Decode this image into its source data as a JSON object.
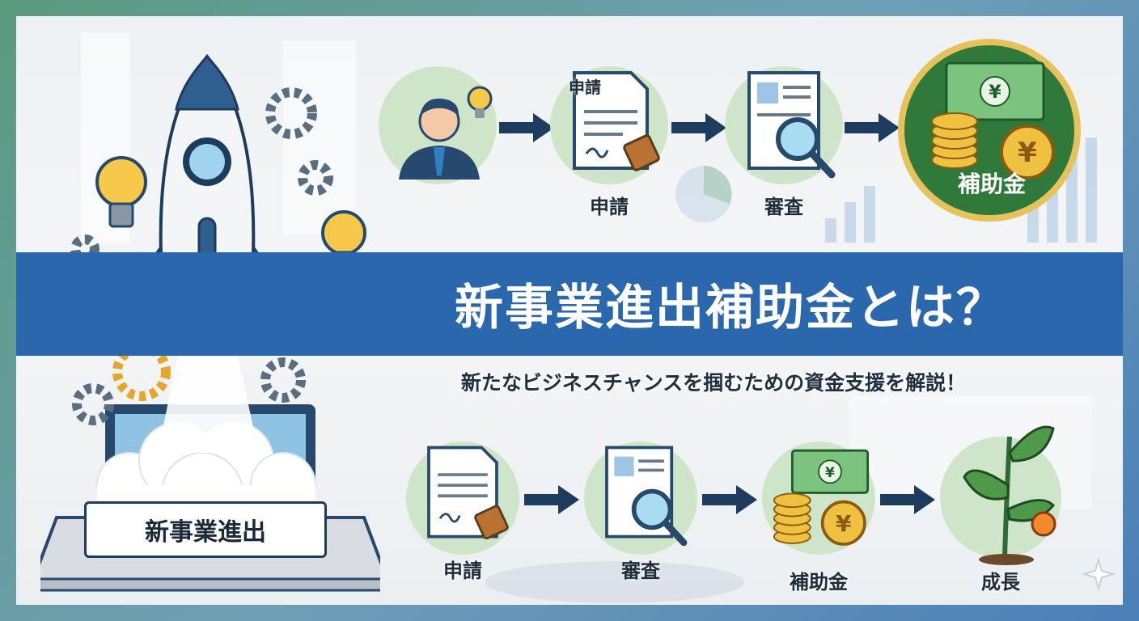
{
  "banner": {
    "title": "新事業進出補助金とは？"
  },
  "subtitle": "新たなビジネスチャンスを掴むための資金支援を解説！",
  "top_flow": {
    "steps": [
      {
        "label": "",
        "icon": "businessman-idea-icon"
      },
      {
        "label": "申請",
        "icon": "application-document-icon",
        "doc_title": "申請"
      },
      {
        "label": "審査",
        "icon": "review-magnifier-icon"
      },
      {
        "label": "補助金",
        "icon": "subsidy-money-icon"
      }
    ]
  },
  "bottom_flow": {
    "steps": [
      {
        "label": "申請",
        "icon": "application-document-icon"
      },
      {
        "label": "審査",
        "icon": "review-magnifier-icon"
      },
      {
        "label": "補助金",
        "icon": "subsidy-money-icon"
      },
      {
        "label": "成長",
        "icon": "growth-plant-icon"
      }
    ]
  },
  "laptop": {
    "plate_label": "新事業進出"
  },
  "currency_symbol": "¥",
  "colors": {
    "banner": "#2a67ad",
    "circle_green": "#cfe5c9",
    "money_green": "#3a8a4a",
    "coin_gold": "#f0c040",
    "arrow": "#1e3c5e"
  }
}
